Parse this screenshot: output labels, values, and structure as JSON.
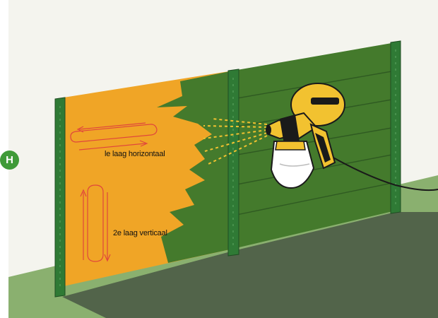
{
  "step_badge": "H",
  "labels": {
    "coat1": "le laag horizontaal",
    "coat2": "2e laag verticaal"
  },
  "colors": {
    "wall": "#f4f4ee",
    "ground": "#8ab06f",
    "ground_shadow": "#52644a",
    "fence_green": "#447a2c",
    "fence_line": "#2f5a22",
    "post": "#2f7a35",
    "primer_orange": "#f0a526",
    "spray_yellow": "#f2c230",
    "arrow_red": "#e0463c",
    "badge_green": "#3f9a38"
  },
  "icons": {
    "tool": "paint-sprayer-icon",
    "arrows_horizontal": "horizontal-arrows-icon",
    "arrows_vertical": "vertical-arrows-icon"
  }
}
